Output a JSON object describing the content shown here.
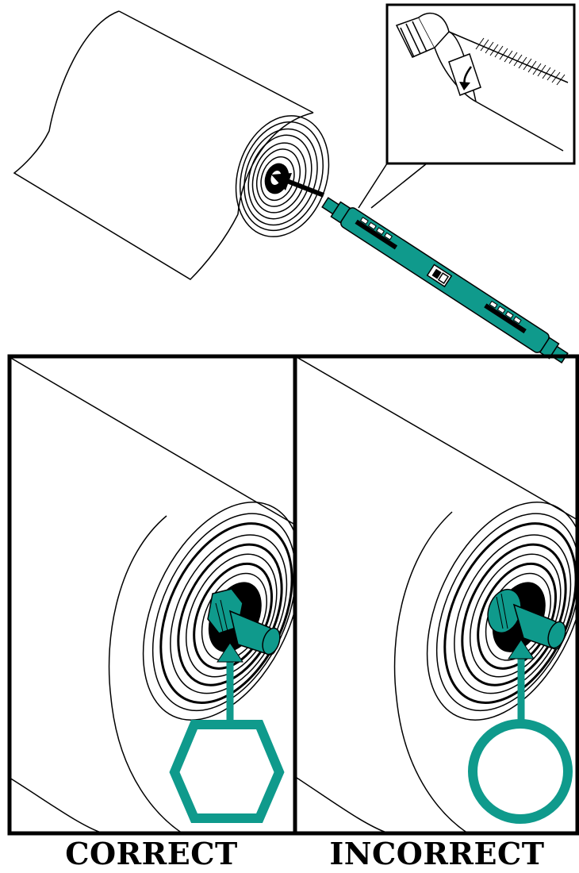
{
  "colors": {
    "accent": "#0f9a8c",
    "accent_dark": "#0a6f64",
    "ink": "#000000",
    "paper": "#ffffff"
  },
  "top_illustration": {
    "subject": "media roll being loaded onto a green spindle",
    "inset": "close-up of spindle end with a curved arrow label"
  },
  "panels": [
    {
      "caption": "CORRECT",
      "indicator_icon": "hexagon-icon"
    },
    {
      "caption": "INCORRECT",
      "indicator_icon": "circle-icon"
    }
  ]
}
